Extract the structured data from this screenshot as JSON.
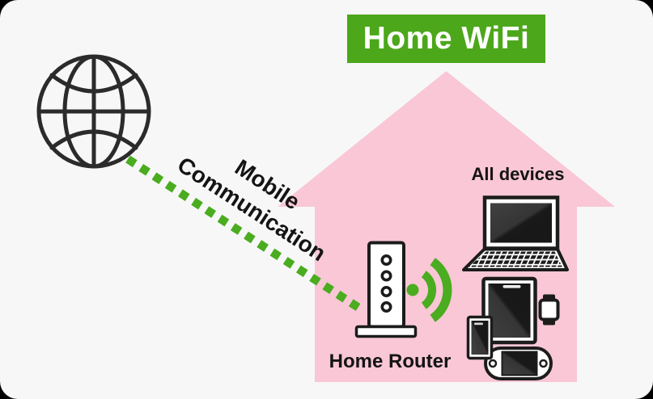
{
  "banner": {
    "label": "Home WiFi",
    "bg_color": "#4ca71b",
    "text_color": "#ffffff"
  },
  "connection": {
    "label": "Mobile Communication",
    "label_lines": [
      "Mobile",
      "Communication"
    ],
    "line_style": "dotted",
    "color": "#4aac1f"
  },
  "labels": {
    "all_devices": "All devices",
    "home_router": "Home Router"
  },
  "icons": {
    "internet": "globe-icon",
    "router": "router-icon",
    "wifi": "wifi-signal-icon",
    "devices": [
      "laptop-icon",
      "tablet-icon",
      "smartphone-icon",
      "smartwatch-icon",
      "game-console-icon"
    ]
  },
  "colors": {
    "background": "#f7f7f8",
    "house_pink": "#f9c7d6",
    "accent_green": "#4aac1f",
    "banner_green": "#4ca71b",
    "ink": "#1c1c1c",
    "screen_dark": "#1f1f1f"
  }
}
